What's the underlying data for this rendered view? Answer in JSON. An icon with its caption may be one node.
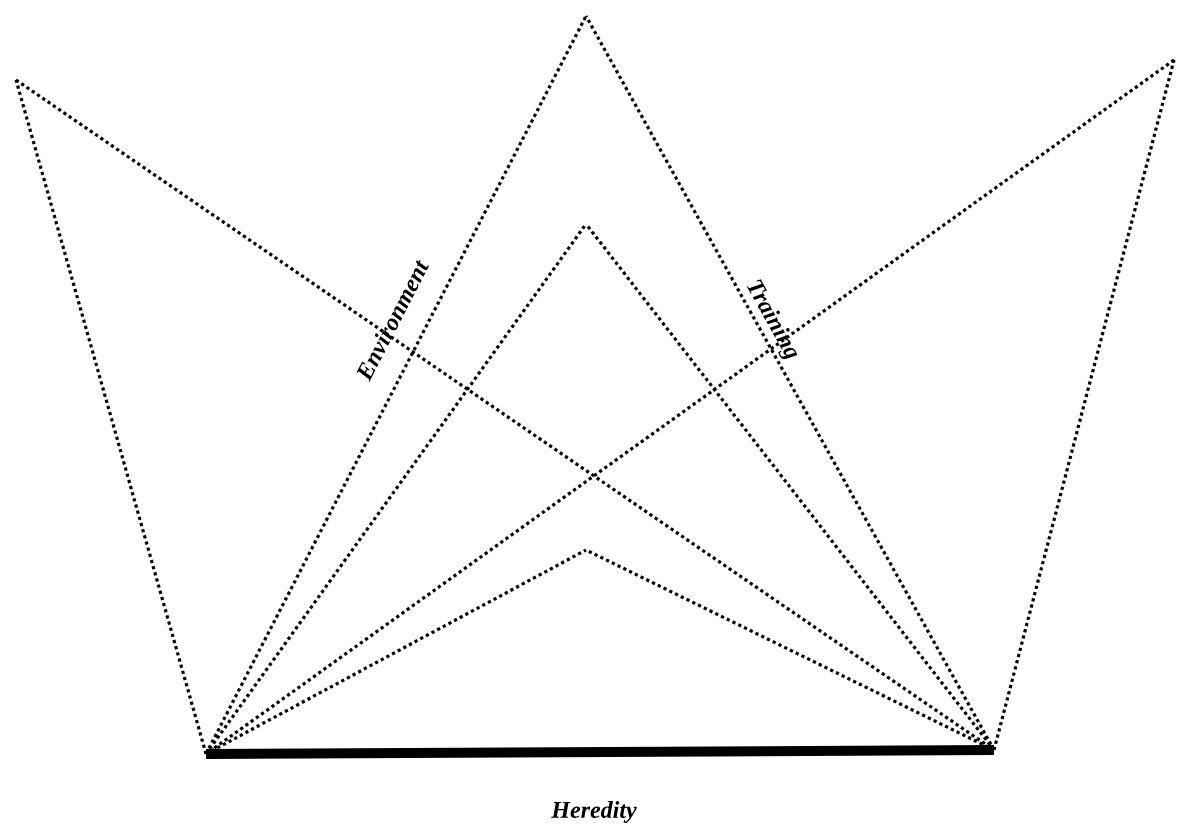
{
  "diagram": {
    "labels": [
      "Environment",
      "Training",
      "Heredity"
    ]
  }
}
